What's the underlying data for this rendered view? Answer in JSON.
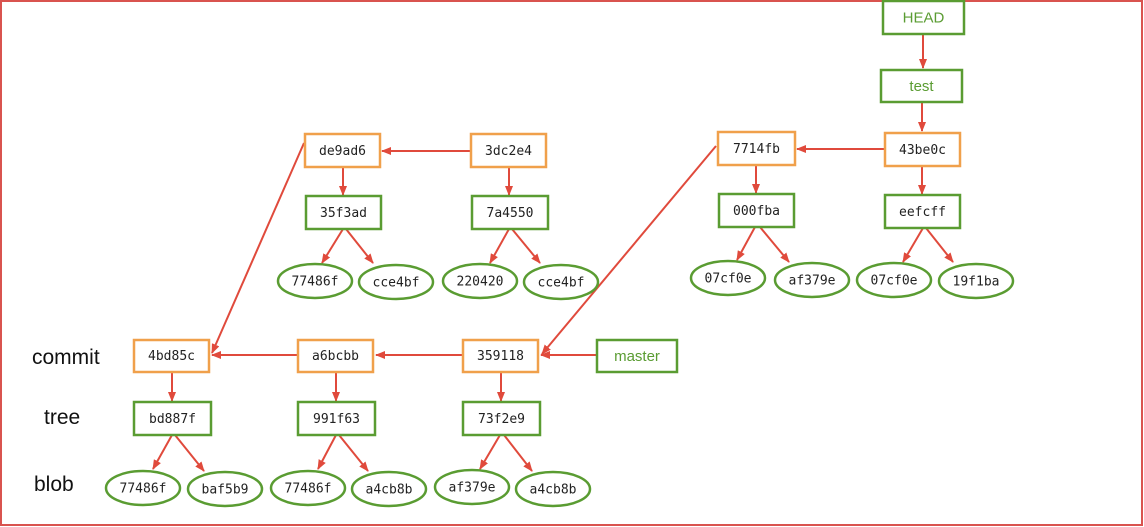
{
  "colors": {
    "frame": "#d9534f",
    "commit_border": "#f0a04b",
    "green_border": "#5a9c32",
    "edge": "#e04a3c",
    "ref_text": "#5a9c32"
  },
  "row_labels": {
    "commit": "commit",
    "tree": "tree",
    "blob": "blob"
  },
  "refs": [
    {
      "id": "head",
      "label": "HEAD"
    },
    {
      "id": "test",
      "label": "test"
    },
    {
      "id": "master",
      "label": "master"
    }
  ],
  "commits": [
    {
      "id": "c_de9ad6",
      "label": "de9ad6"
    },
    {
      "id": "c_3dc2e4",
      "label": "3dc2e4"
    },
    {
      "id": "c_7714fb",
      "label": "7714fb"
    },
    {
      "id": "c_43be0c",
      "label": "43be0c"
    },
    {
      "id": "c_4bd85c",
      "label": "4bd85c"
    },
    {
      "id": "c_a6bcbb",
      "label": "a6bcbb"
    },
    {
      "id": "c_359118",
      "label": "359118"
    }
  ],
  "trees": [
    {
      "id": "t_35f3ad",
      "label": "35f3ad"
    },
    {
      "id": "t_7a4550",
      "label": "7a4550"
    },
    {
      "id": "t_000fba",
      "label": "000fba"
    },
    {
      "id": "t_eefcff",
      "label": "eefcff"
    },
    {
      "id": "t_bd887f",
      "label": "bd887f"
    },
    {
      "id": "t_991f63",
      "label": "991f63"
    },
    {
      "id": "t_73f2e9",
      "label": "73f2e9"
    }
  ],
  "blobs": [
    {
      "id": "b1",
      "label": "77486f"
    },
    {
      "id": "b2",
      "label": "cce4bf"
    },
    {
      "id": "b3",
      "label": "220420"
    },
    {
      "id": "b4",
      "label": "cce4bf"
    },
    {
      "id": "b5",
      "label": "07cf0e"
    },
    {
      "id": "b6",
      "label": "af379e"
    },
    {
      "id": "b7",
      "label": "07cf0e"
    },
    {
      "id": "b8",
      "label": "19f1ba"
    },
    {
      "id": "b9",
      "label": "77486f"
    },
    {
      "id": "b10",
      "label": "baf5b9"
    },
    {
      "id": "b11",
      "label": "77486f"
    },
    {
      "id": "b12",
      "label": "a4cb8b"
    },
    {
      "id": "b13",
      "label": "af379e"
    },
    {
      "id": "b14",
      "label": "a4cb8b"
    }
  ]
}
